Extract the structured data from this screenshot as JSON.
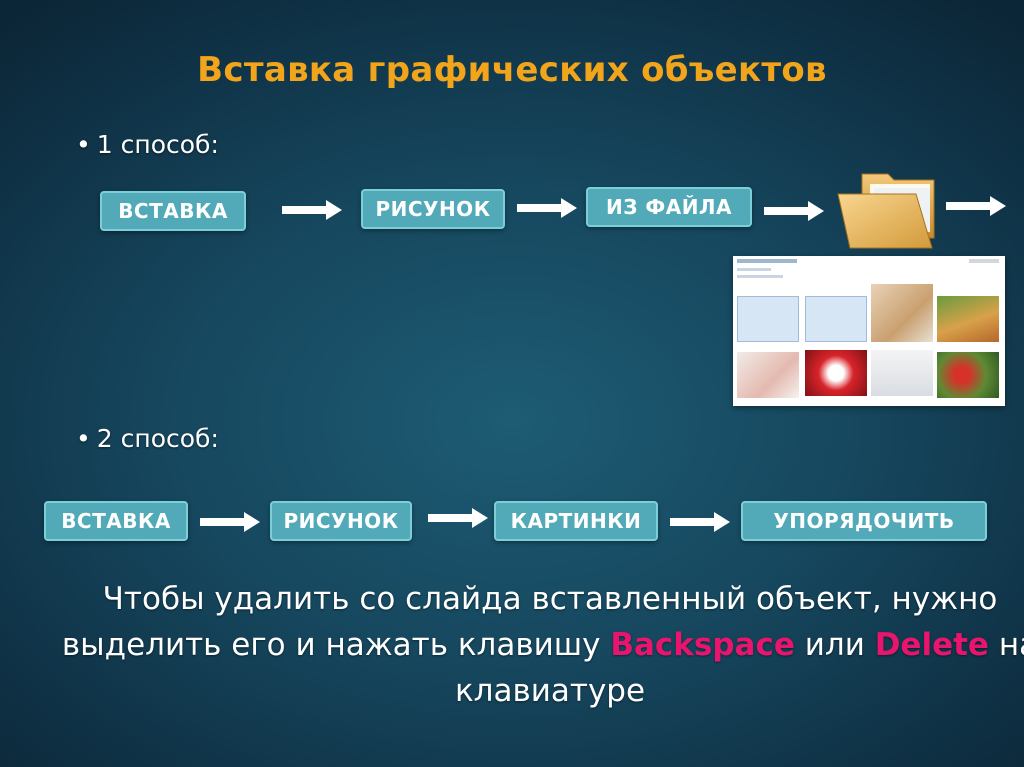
{
  "slide": {
    "title": "Вставка графических объектов",
    "method1": {
      "bullet": "•",
      "label": "1 способ:",
      "steps": [
        "ВСТАВКА",
        "РИСУНОК",
        "ИЗ ФАЙЛА"
      ]
    },
    "method2": {
      "bullet": "•",
      "label": "2 способ:",
      "steps": [
        "ВСТАВКА",
        "РИСУНОК",
        "КАРТИНКИ",
        "УПОРЯДОЧИТЬ"
      ]
    },
    "note": {
      "part1": "Чтобы удалить со слайда вставленный объект, нужно выделить его и нажать клавишу ",
      "key1": "Backspace",
      "part2": " или ",
      "key2": "Delete",
      "part3": " на клавиатуре"
    }
  },
  "colors": {
    "title": "#f2a51a",
    "button_fill": "#52aab8",
    "button_border": "#7ccfd9",
    "key_highlight": "#e8146e"
  },
  "icons": [
    "arrow-right-icon",
    "folder-icon"
  ]
}
